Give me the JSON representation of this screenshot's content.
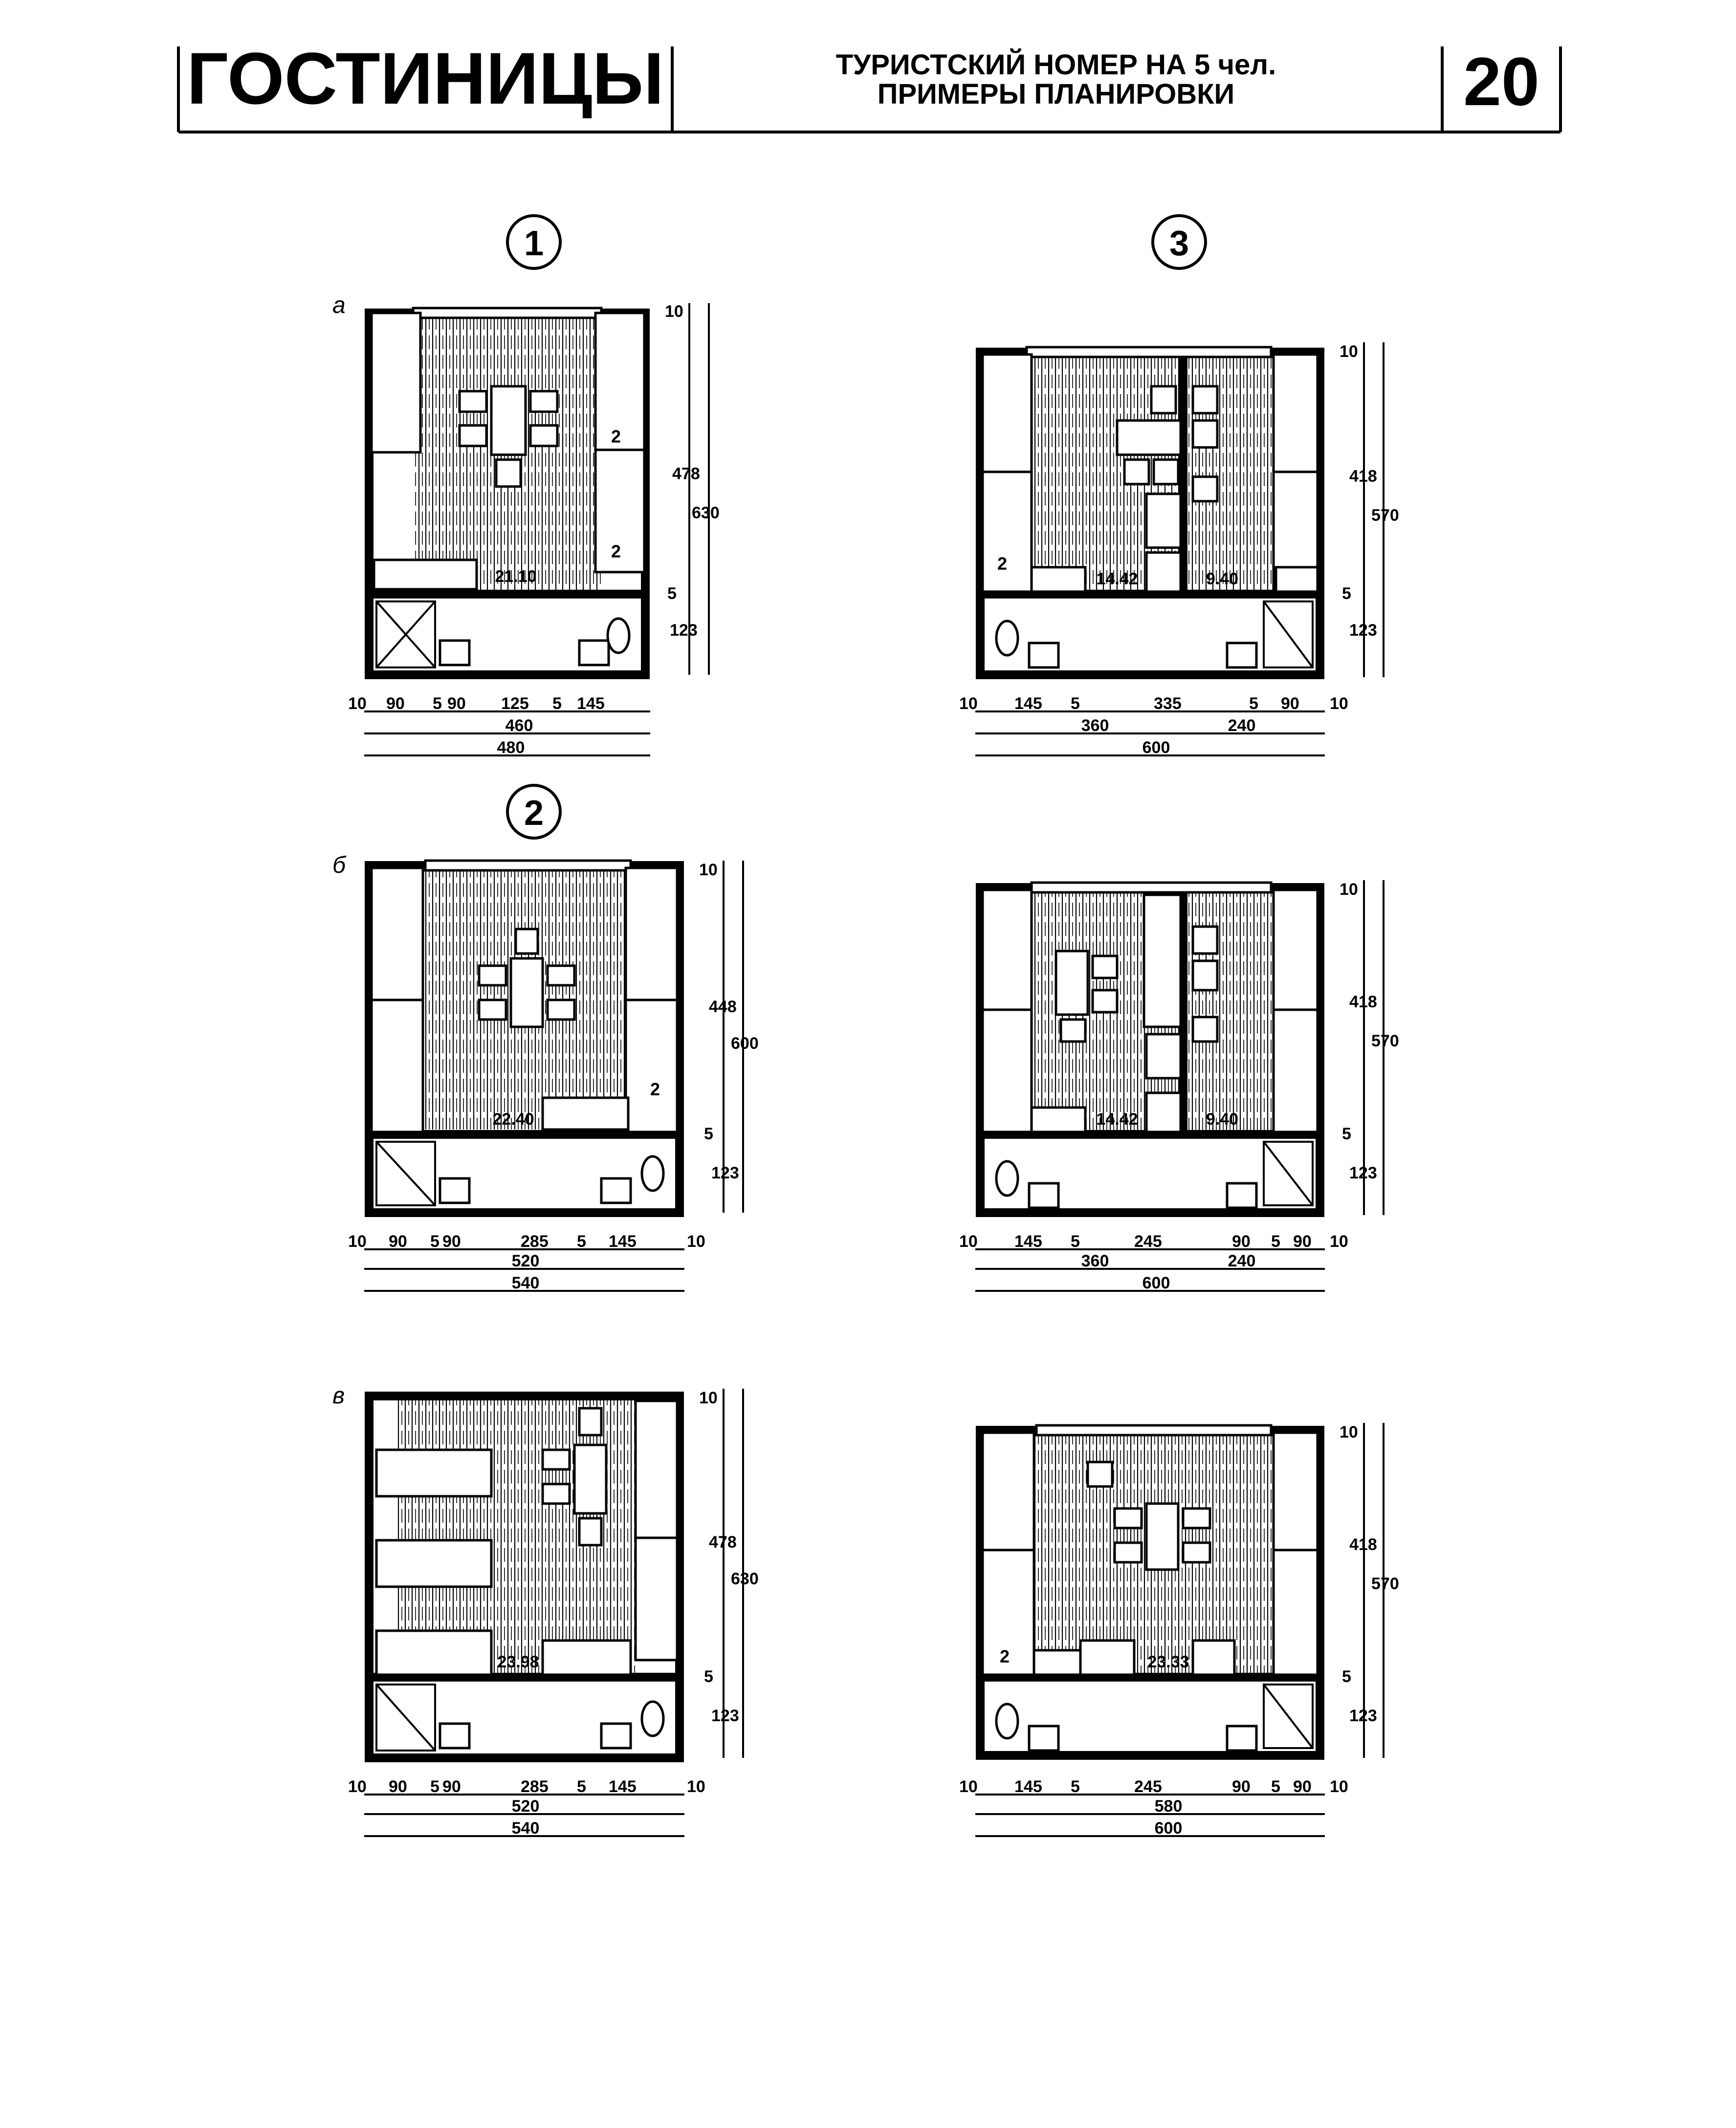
{
  "header": {
    "section_title": "ГОСТИНИЦЫ",
    "subtitle_line1": "ТУРИСТСКИЙ НОМЕР НА 5 чел.",
    "subtitle_line2": "ПРИМЕРЫ ПЛАНИРОВКИ",
    "sheet_number": "20"
  },
  "groups": [
    {
      "number": "1"
    },
    {
      "number": "2"
    },
    {
      "number": "3"
    }
  ],
  "plans": [
    {
      "id": "1a",
      "variant": "а",
      "areas": [
        "21.10"
      ],
      "bed_marks": [
        "2",
        "2"
      ],
      "v_dims": {
        "top": "10",
        "room": "478",
        "partition": "5",
        "bath": "123",
        "total": "630"
      },
      "h_dims_row1": [
        "10",
        "90",
        "5",
        "90",
        "125",
        "5",
        "145"
      ],
      "h_dims_row2": [
        "460"
      ],
      "h_dims_row3": [
        "480"
      ]
    },
    {
      "id": "2b",
      "variant": "б",
      "areas": [
        "22.40"
      ],
      "bed_marks": [
        "2"
      ],
      "v_dims": {
        "top": "10",
        "room": "448",
        "partition": "5",
        "bath": "123",
        "total": "600"
      },
      "h_dims_row1": [
        "10",
        "90",
        "5",
        "90",
        "285",
        "5",
        "145",
        "10"
      ],
      "h_dims_row2": [
        "520"
      ],
      "h_dims_row3": [
        "540"
      ]
    },
    {
      "id": "2v",
      "variant": "в",
      "areas": [
        "23.98"
      ],
      "bed_marks": [],
      "v_dims": {
        "top": "10",
        "room": "478",
        "partition": "5",
        "bath": "123",
        "total": "630"
      },
      "h_dims_row1": [
        "10",
        "90",
        "5",
        "90",
        "285",
        "5",
        "145",
        "10"
      ],
      "h_dims_row2": [
        "520"
      ],
      "h_dims_row3": [
        "540"
      ]
    },
    {
      "id": "3a",
      "variant": "",
      "areas": [
        "14.42",
        "9.40"
      ],
      "bed_marks": [
        "2"
      ],
      "v_dims": {
        "top": "10",
        "room": "418",
        "partition": "5",
        "bath": "123",
        "total": "570"
      },
      "h_dims_row1": [
        "10",
        "145",
        "5",
        "335",
        "5",
        "90",
        "10"
      ],
      "h_dims_row2": [
        "360",
        "240"
      ],
      "h_dims_row3": [
        "600"
      ]
    },
    {
      "id": "3b",
      "variant": "",
      "areas": [
        "14.42",
        "9.40"
      ],
      "bed_marks": [],
      "v_dims": {
        "top": "10",
        "room": "418",
        "partition": "5",
        "bath": "123",
        "total": "570"
      },
      "h_dims_row1": [
        "10",
        "145",
        "5",
        "245",
        "90",
        "5",
        "90",
        "10"
      ],
      "h_dims_row2": [
        "360",
        "240"
      ],
      "h_dims_row3": [
        "600"
      ]
    },
    {
      "id": "3v",
      "variant": "",
      "areas": [
        "23.33"
      ],
      "bed_marks": [
        "2"
      ],
      "v_dims": {
        "top": "10",
        "room": "418",
        "partition": "5",
        "bath": "123",
        "total": "570"
      },
      "h_dims_row1": [
        "10",
        "145",
        "5",
        "245",
        "90",
        "5",
        "90",
        "10"
      ],
      "h_dims_row2": [
        "580"
      ],
      "h_dims_row3": [
        "600"
      ]
    }
  ]
}
